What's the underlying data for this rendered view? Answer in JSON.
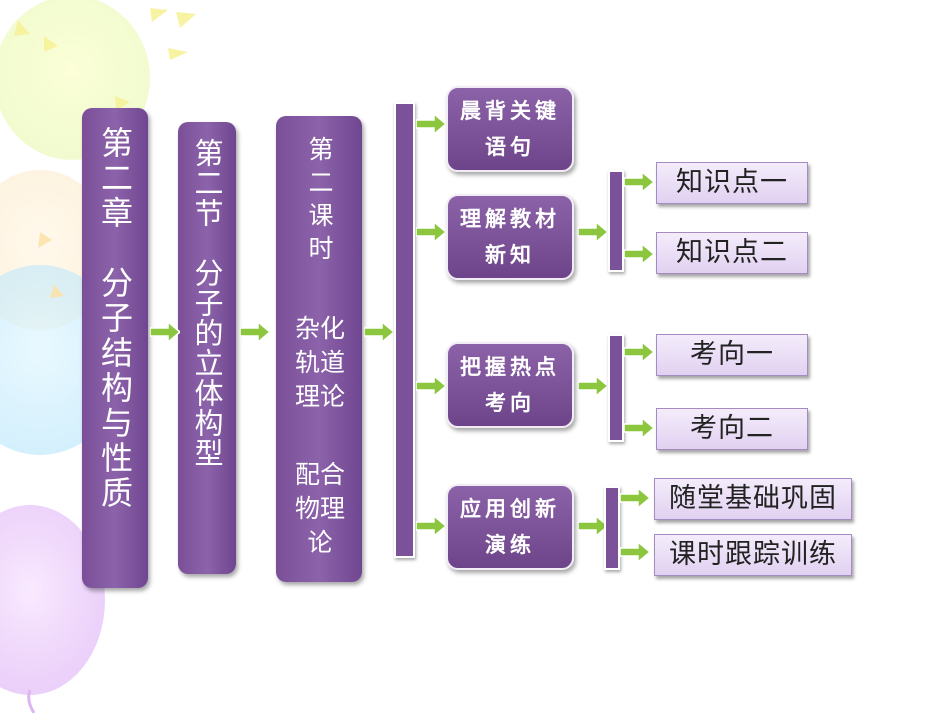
{
  "diagram": {
    "chapter": "第二章　分子结构与性质",
    "section": "第二节　分子的立体构型",
    "lesson_title": "第二课时",
    "lesson_topic_1": "杂化轨道理论",
    "lesson_topic_2": "配合物理论",
    "modules": [
      {
        "label": "晨背关键语句"
      },
      {
        "label": "理解教材新知"
      },
      {
        "label": "把握热点考向"
      },
      {
        "label": "应用创新演练"
      }
    ],
    "subitems": {
      "understand": [
        "知识点一",
        "知识点二"
      ],
      "hotspot": [
        "考向一",
        "考向二"
      ],
      "practice": [
        "随堂基础巩固",
        "课时跟踪训练"
      ]
    }
  },
  "colors": {
    "box_purple": "#7b529a",
    "arrow_green": "#8cc63f",
    "label_lavender": "#e6d8f4"
  }
}
